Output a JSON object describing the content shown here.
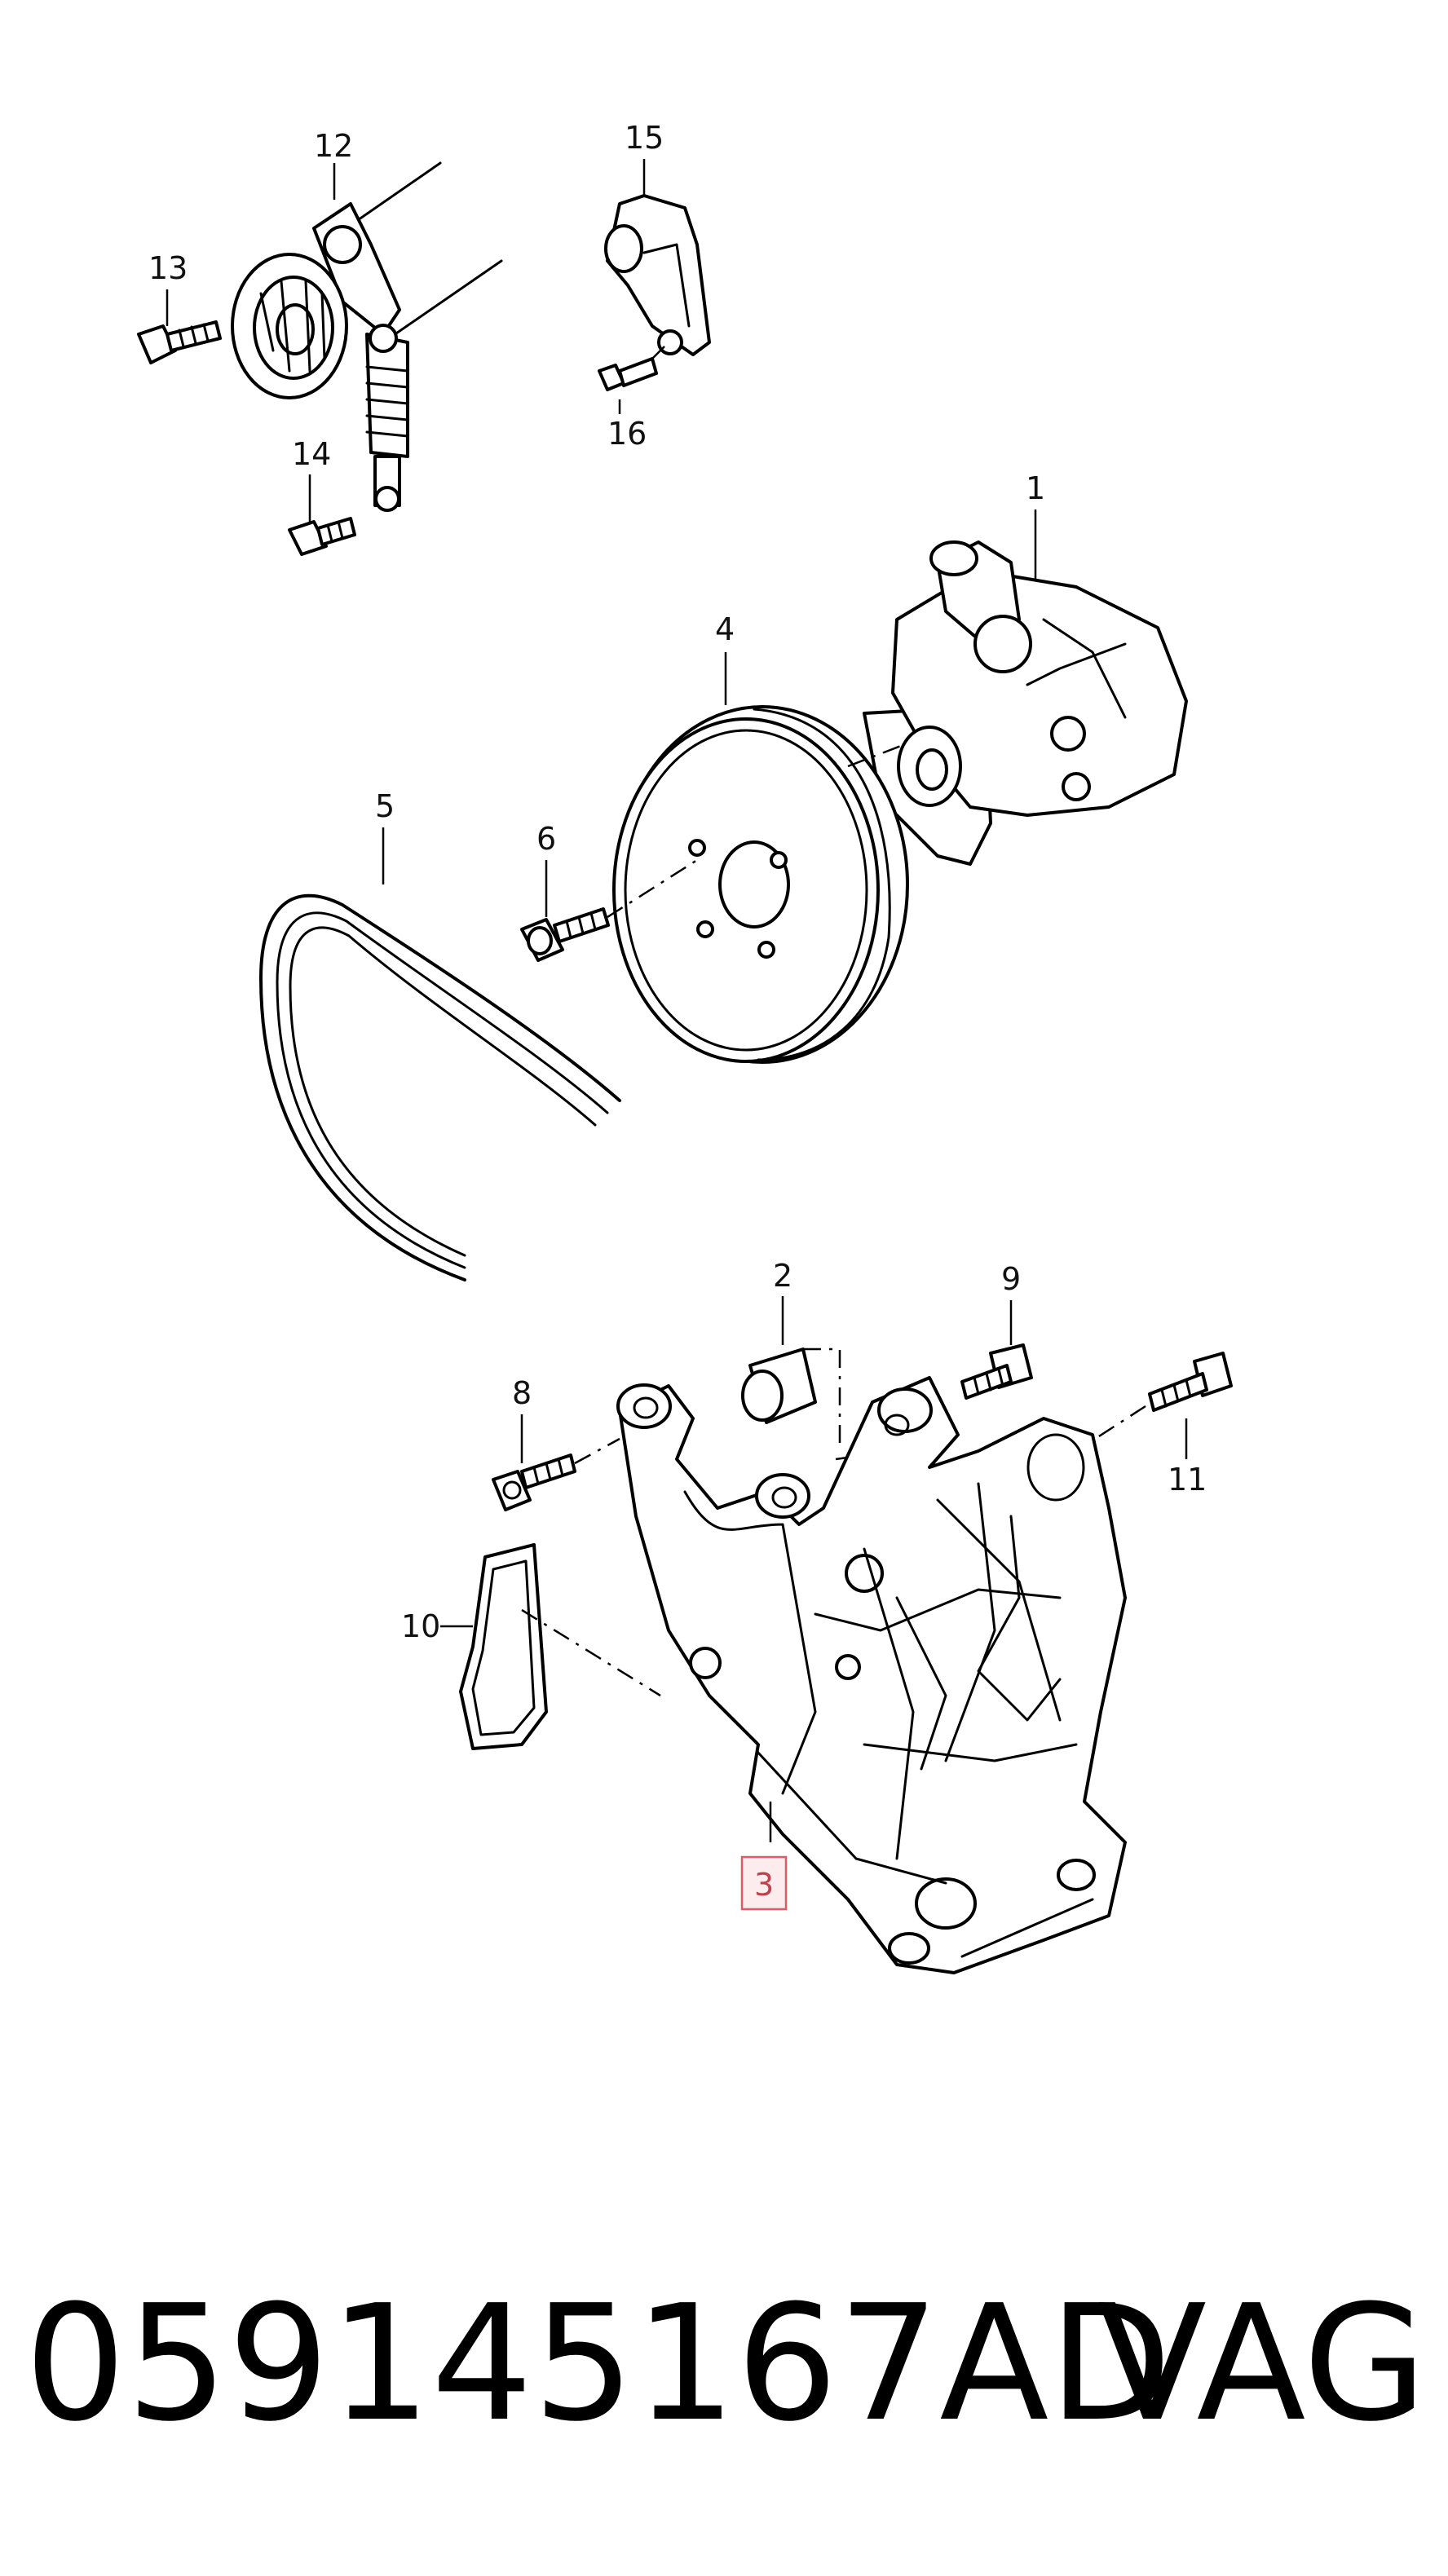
{
  "callouts": {
    "c1": "1",
    "c2": "2",
    "c3": "3",
    "c4": "4",
    "c5": "5",
    "c6": "6",
    "c8": "8",
    "c9": "9",
    "c10": "10",
    "c11": "11",
    "c12": "12",
    "c13": "13",
    "c14": "14",
    "c15": "15",
    "c16": "16"
  },
  "highlighted_callout": "3",
  "highlight_color": "#e05a64",
  "footer": {
    "part_number": "059145167AD",
    "brand": "VAG"
  }
}
